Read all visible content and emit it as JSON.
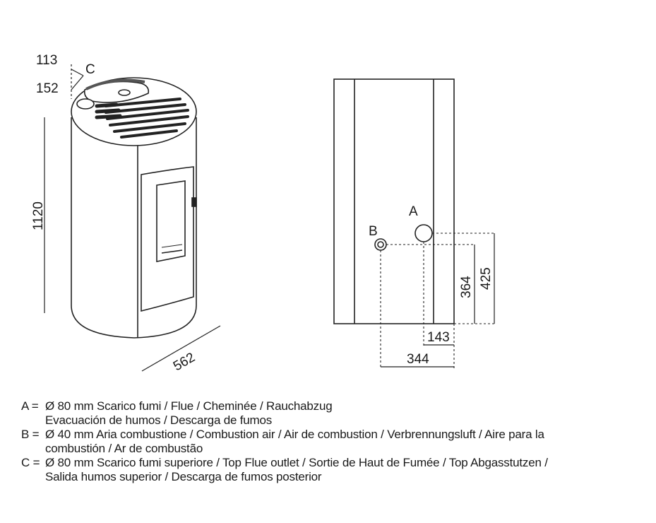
{
  "front_view": {
    "dim_top_1": "113",
    "dim_top_2": "152",
    "dim_height": "1120",
    "dim_diameter": "562",
    "label_c": "C"
  },
  "side_view": {
    "label_a": "A",
    "label_b": "B",
    "dim_b_height": "364",
    "dim_a_height": "425",
    "dim_a_offset": "143",
    "dim_b_offset": "344"
  },
  "legend": [
    {
      "key": "A =",
      "lines": [
        "Ø 80 mm  Scarico fumi / Flue / Cheminée / Rauchabzug",
        "Evacuación de humos / Descarga de fumos"
      ]
    },
    {
      "key": "B =",
      "lines": [
        "Ø 40 mm  Aria combustione / Combustion air / Air de combustion / Verbrennungsluft / Aire para la",
        "combustión / Ar de combustão"
      ]
    },
    {
      "key": "C =",
      "lines": [
        "Ø 80 mm Scarico fumi superiore / Top Flue outlet / Sortie de Haut de Fumée / Top Abgasstutzen /",
        "Salida humos superior / Descarga de fumos posterior"
      ]
    }
  ]
}
